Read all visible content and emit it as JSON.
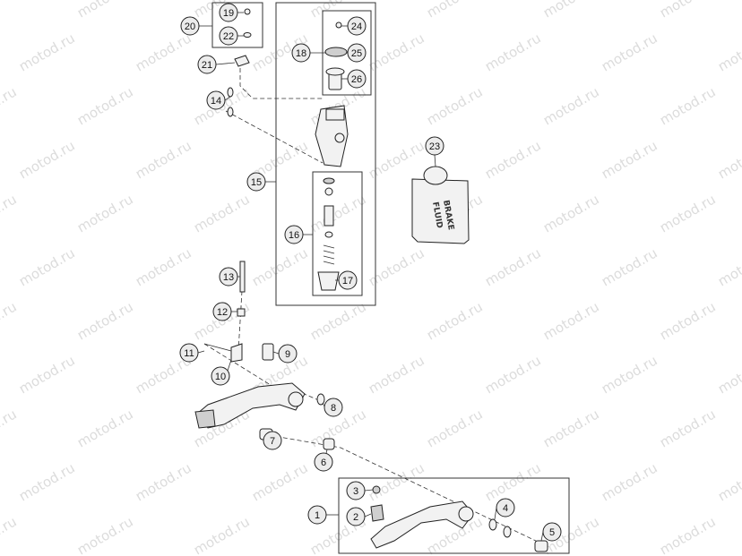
{
  "watermark": {
    "text": "motod.ru"
  },
  "callouts": [
    {
      "id": "c1",
      "label": "1"
    },
    {
      "id": "c2",
      "label": "2"
    },
    {
      "id": "c3",
      "label": "3"
    },
    {
      "id": "c4",
      "label": "4"
    },
    {
      "id": "c5",
      "label": "5"
    },
    {
      "id": "c6",
      "label": "6"
    },
    {
      "id": "c7",
      "label": "7"
    },
    {
      "id": "c8",
      "label": "8"
    },
    {
      "id": "c9",
      "label": "9"
    },
    {
      "id": "c10",
      "label": "10"
    },
    {
      "id": "c11",
      "label": "11"
    },
    {
      "id": "c12",
      "label": "12"
    },
    {
      "id": "c13",
      "label": "13"
    },
    {
      "id": "c14",
      "label": "14"
    },
    {
      "id": "c15",
      "label": "15"
    },
    {
      "id": "c16",
      "label": "16"
    },
    {
      "id": "c17",
      "label": "17"
    },
    {
      "id": "c18",
      "label": "18"
    },
    {
      "id": "c19",
      "label": "19"
    },
    {
      "id": "c20",
      "label": "20"
    },
    {
      "id": "c21",
      "label": "21"
    },
    {
      "id": "c22",
      "label": "22"
    },
    {
      "id": "c23",
      "label": "23"
    },
    {
      "id": "c24",
      "label": "24"
    },
    {
      "id": "c25",
      "label": "25"
    },
    {
      "id": "c26",
      "label": "26"
    }
  ],
  "bottle": {
    "line1": "BRAKE",
    "line2": "FLUID"
  }
}
